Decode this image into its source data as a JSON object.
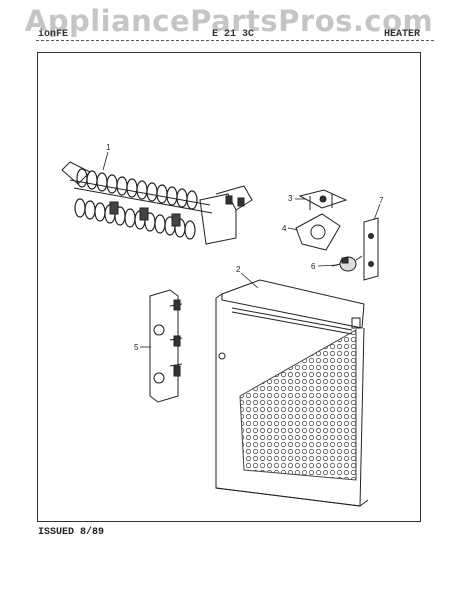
{
  "watermark": "AppliancePartsPros.com",
  "header": {
    "left": "ionFE",
    "middle": "E 21 3C",
    "right": "HEATER"
  },
  "footer": {
    "issued": "ISSUED 8/89"
  },
  "callouts": [
    "1",
    "2",
    "3",
    "4",
    "5",
    "6",
    "7"
  ]
}
